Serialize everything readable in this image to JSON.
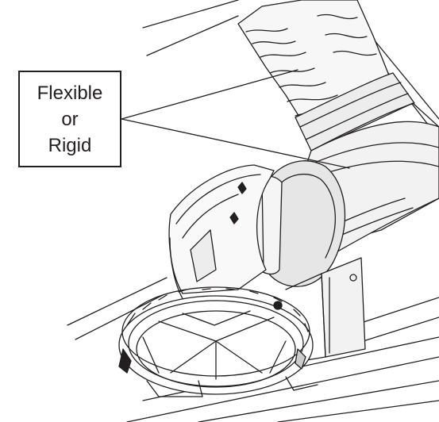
{
  "callout": {
    "lines": [
      "Flexible",
      "or",
      "Rigid"
    ]
  },
  "colors": {
    "ink": "#231f20",
    "paper": "#ffffff",
    "shade": "#e6e6e6",
    "dark_shade": "#bdbdbd"
  }
}
